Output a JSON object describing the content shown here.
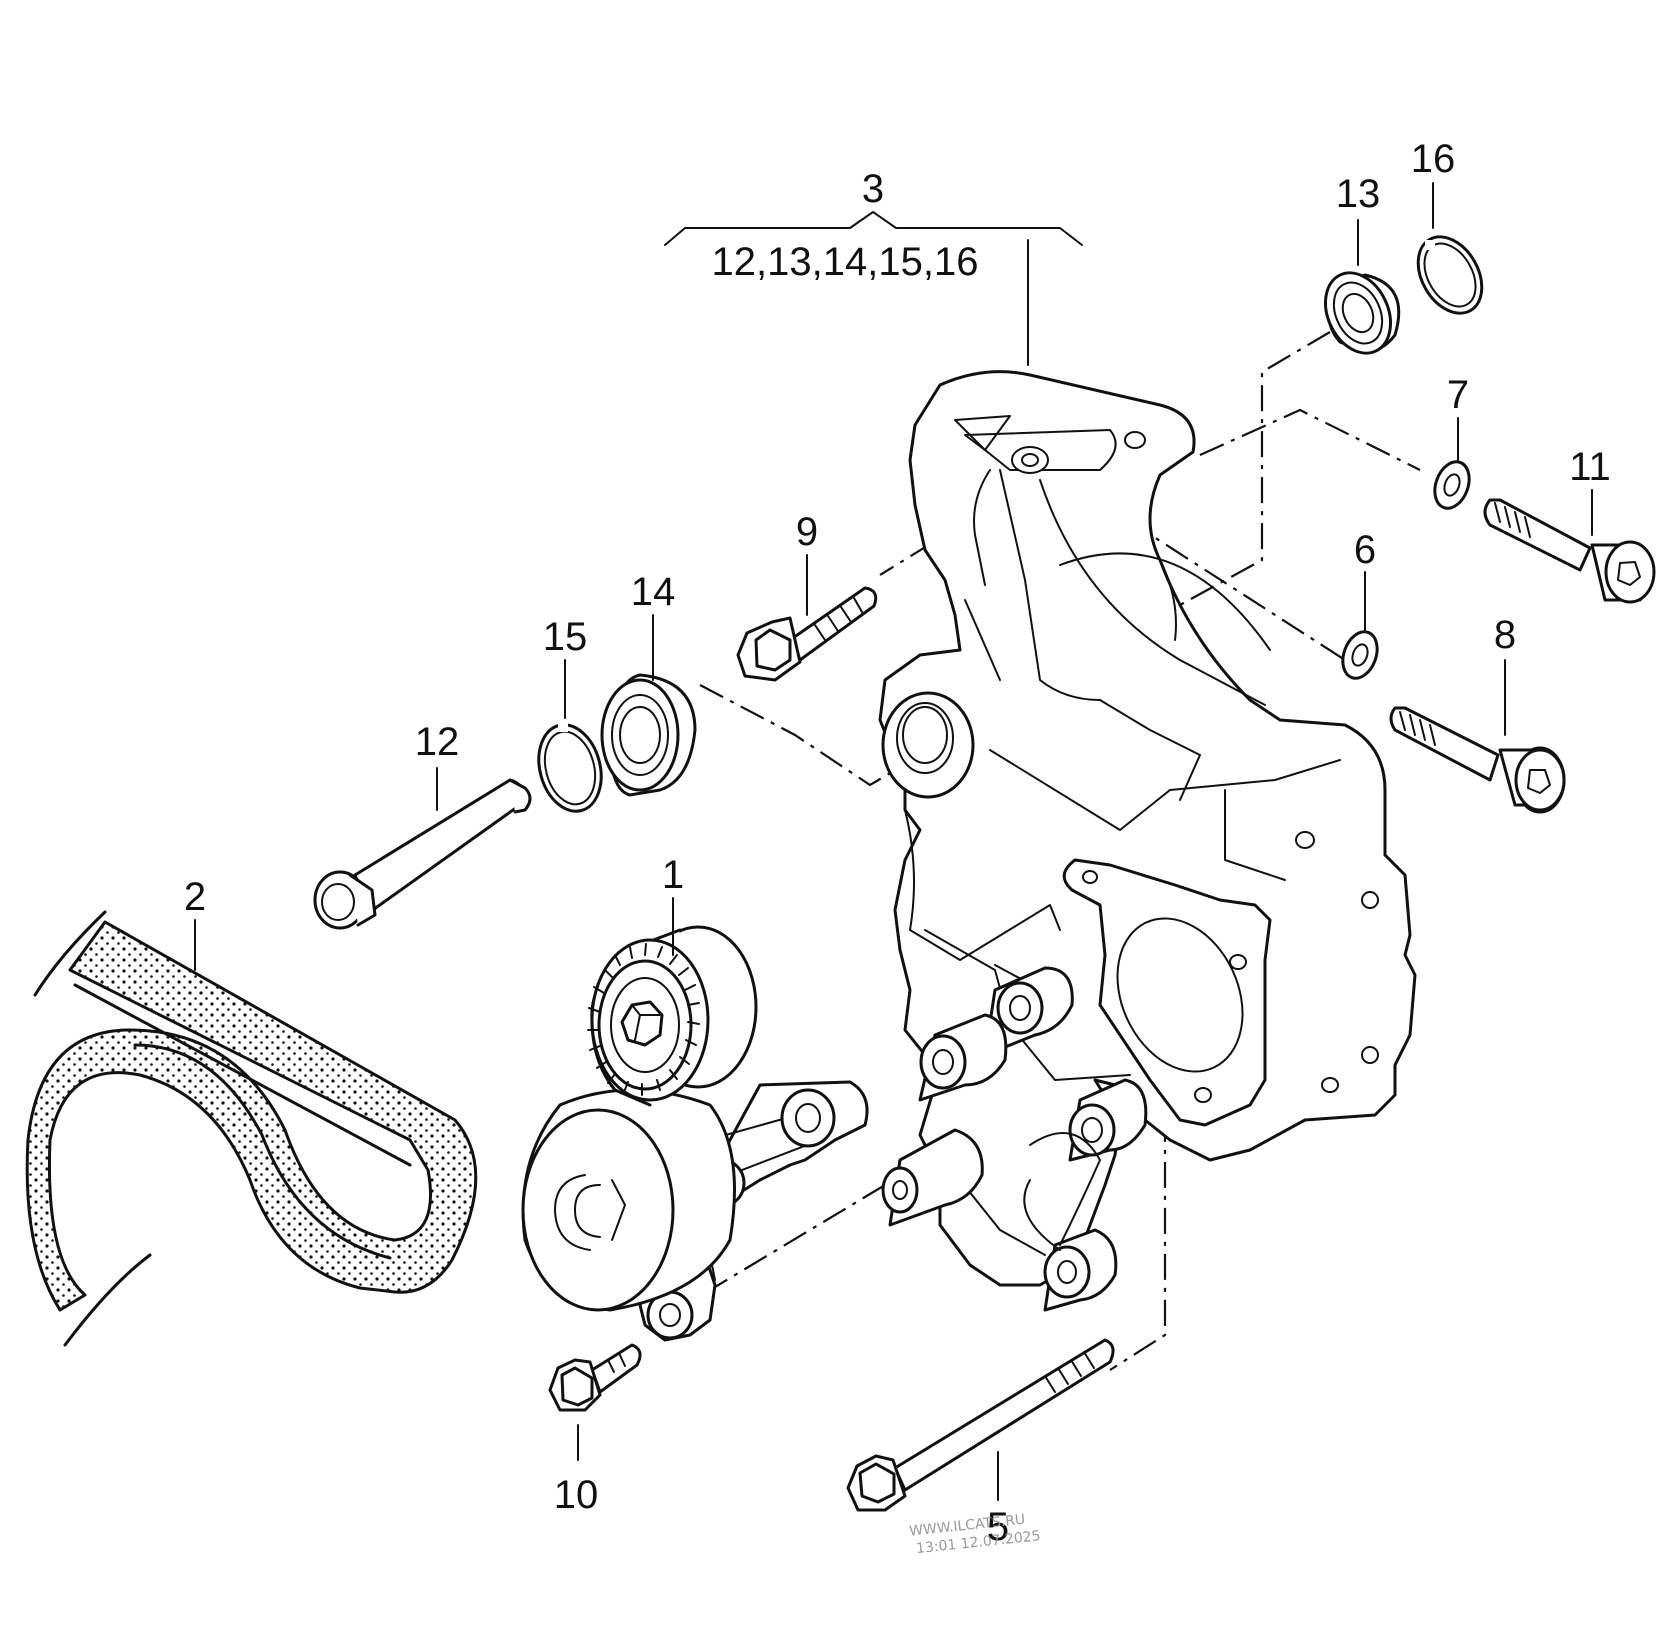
{
  "callouts": [
    {
      "id": "1",
      "text": "1"
    },
    {
      "id": "2",
      "text": "2"
    },
    {
      "id": "3",
      "text": "3"
    },
    {
      "id": "3-sub",
      "text": "12,13,14,15,16"
    },
    {
      "id": "5",
      "text": "5"
    },
    {
      "id": "6",
      "text": "6"
    },
    {
      "id": "7",
      "text": "7"
    },
    {
      "id": "8",
      "text": "8"
    },
    {
      "id": "9",
      "text": "9"
    },
    {
      "id": "10",
      "text": "10"
    },
    {
      "id": "11",
      "text": "11"
    },
    {
      "id": "12",
      "text": "12"
    },
    {
      "id": "13",
      "text": "13"
    },
    {
      "id": "14",
      "text": "14"
    },
    {
      "id": "15",
      "text": "15"
    },
    {
      "id": "16",
      "text": "16"
    }
  ],
  "watermark": {
    "line1": "WWW.ILCATS.RU",
    "line2": "13:01 12.07.2025"
  }
}
